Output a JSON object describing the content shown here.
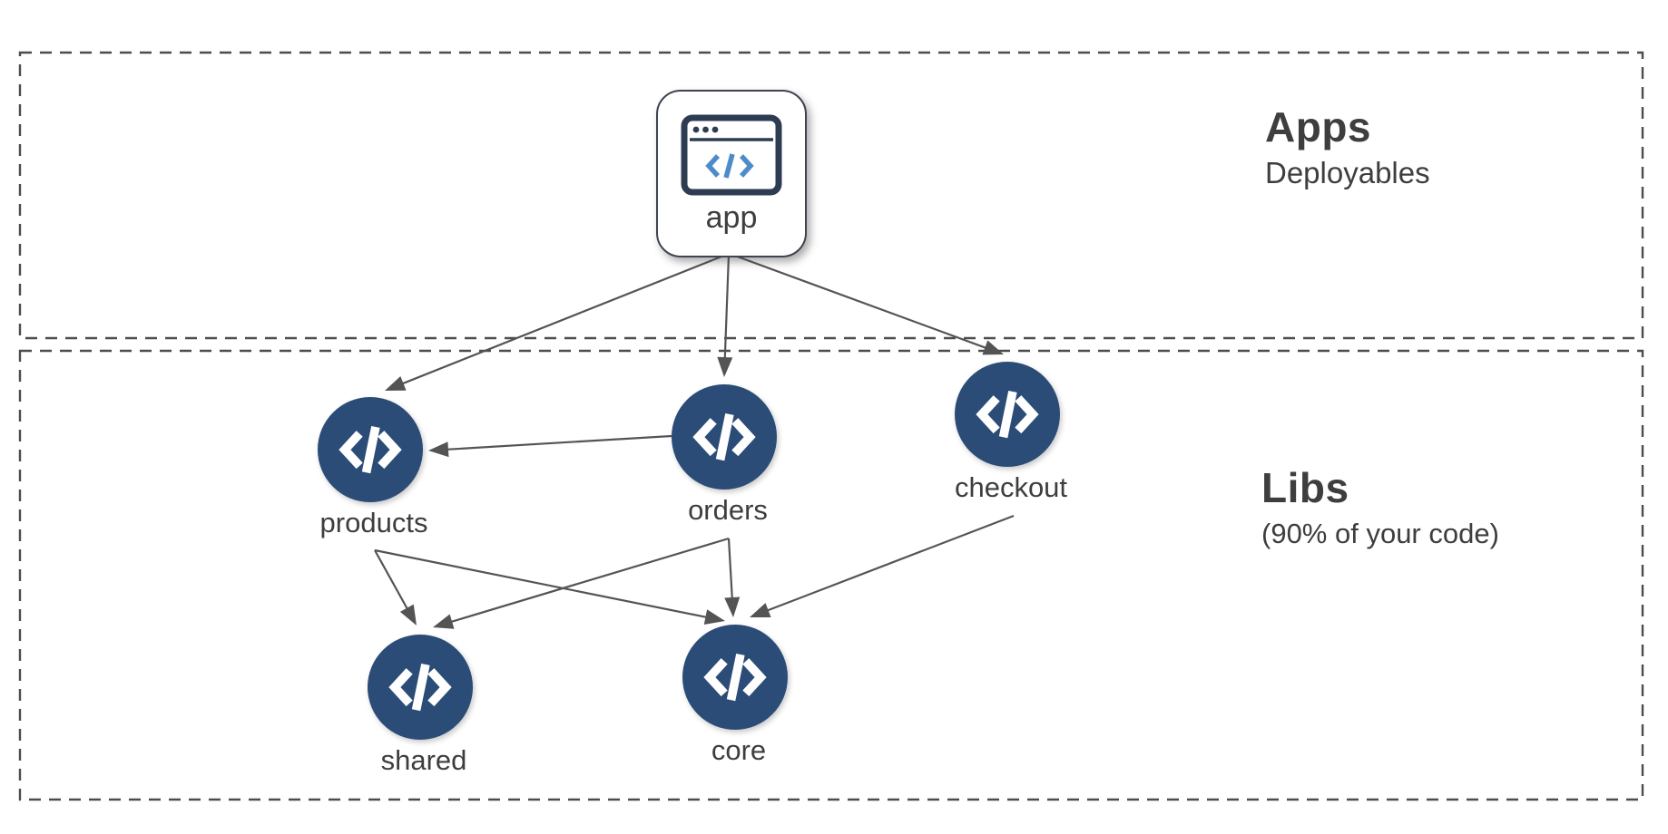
{
  "diagram": {
    "sections": [
      {
        "id": "apps",
        "title": "Apps",
        "subtitle": "Deployables"
      },
      {
        "id": "libs",
        "title": "Libs",
        "subtitle": "(90% of your code)"
      }
    ],
    "nodes": [
      {
        "id": "app",
        "label": "app",
        "kind": "application",
        "icon": "browser-code-icon"
      },
      {
        "id": "products",
        "label": "products",
        "kind": "library",
        "icon": "code-icon"
      },
      {
        "id": "orders",
        "label": "orders",
        "kind": "library",
        "icon": "code-icon"
      },
      {
        "id": "checkout",
        "label": "checkout",
        "kind": "library",
        "icon": "code-icon"
      },
      {
        "id": "shared",
        "label": "shared",
        "kind": "library",
        "icon": "code-icon"
      },
      {
        "id": "core",
        "label": "core",
        "kind": "library",
        "icon": "code-icon"
      }
    ],
    "edges": [
      {
        "from": "app",
        "to": "products"
      },
      {
        "from": "app",
        "to": "orders"
      },
      {
        "from": "app",
        "to": "checkout"
      },
      {
        "from": "orders",
        "to": "products"
      },
      {
        "from": "products",
        "to": "shared"
      },
      {
        "from": "products",
        "to": "core"
      },
      {
        "from": "orders",
        "to": "shared"
      },
      {
        "from": "orders",
        "to": "core"
      },
      {
        "from": "checkout",
        "to": "core"
      }
    ],
    "colors": {
      "node_fill": "#2b4c77",
      "icon_outline": "#2d3c52",
      "icon_code_blue": "#4e8cc9",
      "edge": "#545454",
      "text": "#3e3e3e",
      "border": "#4c4c4c"
    }
  }
}
